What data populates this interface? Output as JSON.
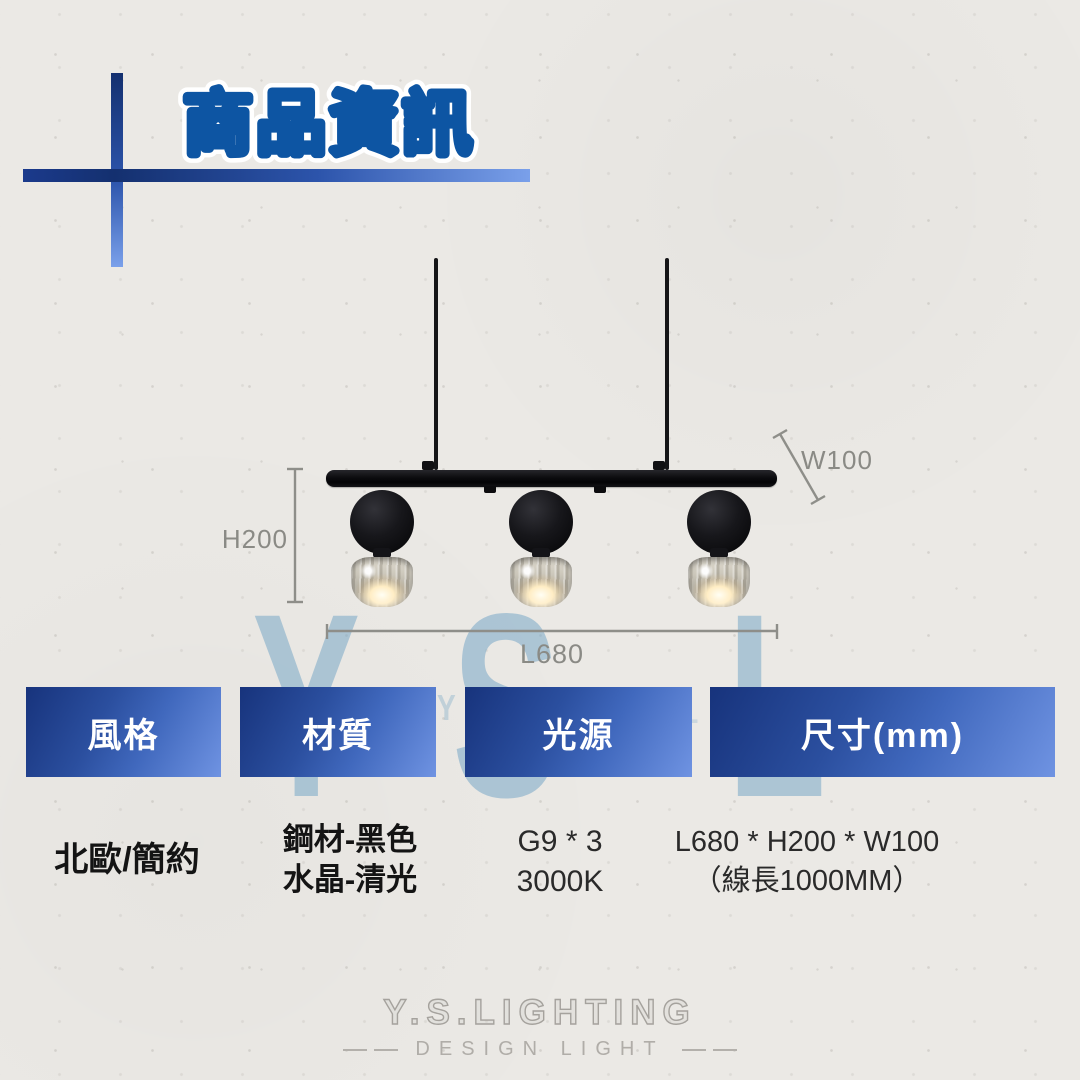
{
  "title": {
    "text": "商品資訊"
  },
  "diagram": {
    "dim_height": "H200",
    "dim_width": "W100",
    "dim_length": "L680"
  },
  "watermark": {
    "letters": [
      "Y",
      "S",
      "L"
    ],
    "faint_marks": [
      "Y",
      "L"
    ]
  },
  "table": {
    "columns": [
      {
        "header": "風格",
        "lines": [
          "北歐/簡約"
        ]
      },
      {
        "header": "材質",
        "lines": [
          "鋼材-黑色",
          "水晶-清光"
        ]
      },
      {
        "header": "光源",
        "lines": [
          "G9 * 3",
          "3000K"
        ]
      },
      {
        "header": "尺寸(mm)",
        "lines": [
          "L680 * H200 * W100",
          "（線長1000MM）"
        ]
      }
    ]
  },
  "footer": {
    "brand": "Y.S.LIGHTING",
    "tagline": "DESIGN LIGHT"
  },
  "colors": {
    "title_blue": "#0d55a3",
    "accent_dark": "#14306f",
    "accent_light": "#7aa0ea",
    "dim_gray": "#8a8a85",
    "header_gradient_start": "#17337c",
    "header_gradient_end": "#6f93e2",
    "watermark_blue": "#a8c8db"
  }
}
